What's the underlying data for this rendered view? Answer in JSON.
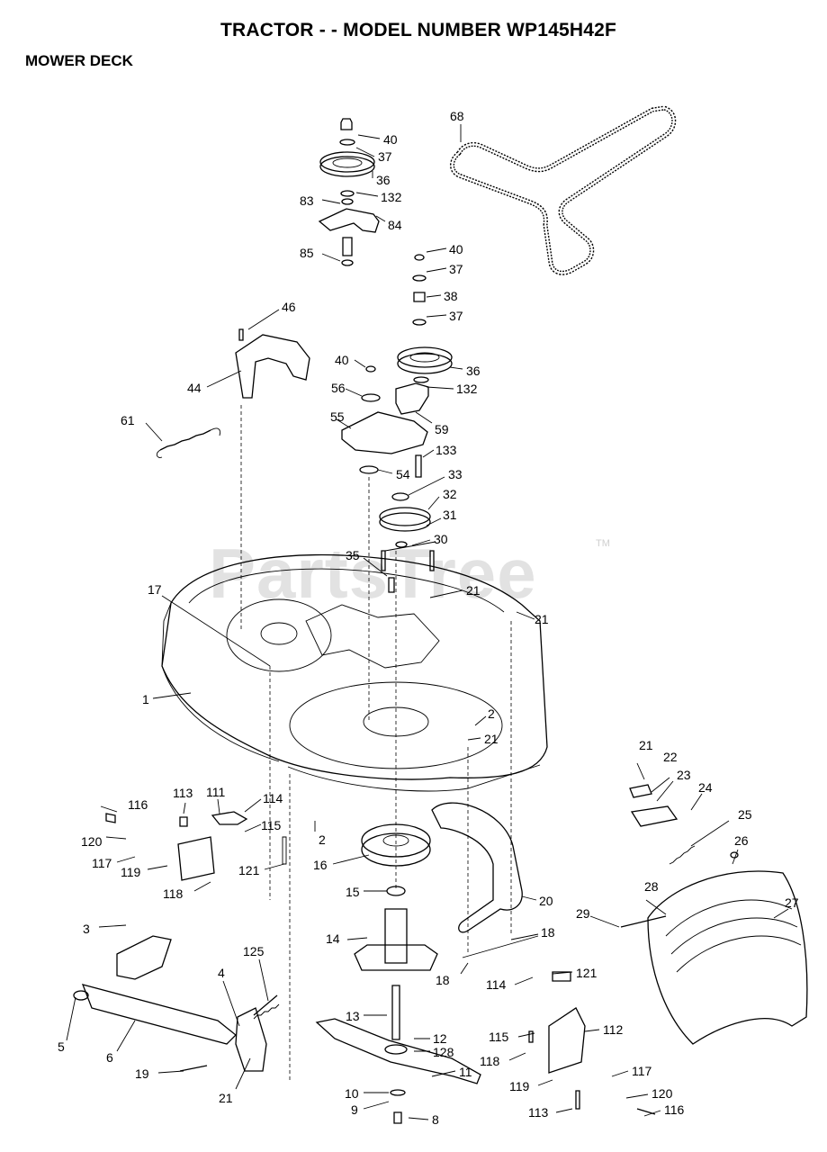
{
  "title": "TRACTOR - - MODEL NUMBER WP145H42F",
  "subtitle": "MOWER DECK",
  "watermark": "PartsTree",
  "watermark_tm": "TM",
  "callouts": [
    {
      "id": "c40a",
      "text": "40"
    },
    {
      "id": "c37a",
      "text": "37"
    },
    {
      "id": "c36a",
      "text": "36"
    },
    {
      "id": "c83",
      "text": "83"
    },
    {
      "id": "c132a",
      "text": "132"
    },
    {
      "id": "c84",
      "text": "84"
    },
    {
      "id": "c85",
      "text": "85"
    },
    {
      "id": "c68",
      "text": "68"
    },
    {
      "id": "c40b",
      "text": "40"
    },
    {
      "id": "c37b",
      "text": "37"
    },
    {
      "id": "c38",
      "text": "38"
    },
    {
      "id": "c37c",
      "text": "37"
    },
    {
      "id": "c40c",
      "text": "40"
    },
    {
      "id": "c36b",
      "text": "36"
    },
    {
      "id": "c56",
      "text": "56"
    },
    {
      "id": "c132b",
      "text": "132"
    },
    {
      "id": "c55",
      "text": "55"
    },
    {
      "id": "c59",
      "text": "59"
    },
    {
      "id": "c46",
      "text": "46"
    },
    {
      "id": "c44",
      "text": "44"
    },
    {
      "id": "c61",
      "text": "61"
    },
    {
      "id": "c133",
      "text": "133"
    },
    {
      "id": "c54",
      "text": "54"
    },
    {
      "id": "c33",
      "text": "33"
    },
    {
      "id": "c32",
      "text": "32"
    },
    {
      "id": "c31",
      "text": "31"
    },
    {
      "id": "c30",
      "text": "30"
    },
    {
      "id": "c35",
      "text": "35"
    },
    {
      "id": "c21a",
      "text": "21"
    },
    {
      "id": "c21b",
      "text": "21"
    },
    {
      "id": "c17",
      "text": "17"
    },
    {
      "id": "c1",
      "text": "1"
    },
    {
      "id": "c2a",
      "text": "2"
    },
    {
      "id": "c21c",
      "text": "21"
    },
    {
      "id": "c21d",
      "text": "21"
    },
    {
      "id": "c22",
      "text": "22"
    },
    {
      "id": "c23",
      "text": "23"
    },
    {
      "id": "c24",
      "text": "24"
    },
    {
      "id": "c25",
      "text": "25"
    },
    {
      "id": "c26",
      "text": "26"
    },
    {
      "id": "c27",
      "text": "27"
    },
    {
      "id": "c28",
      "text": "28"
    },
    {
      "id": "c29",
      "text": "29"
    },
    {
      "id": "c116a",
      "text": "116"
    },
    {
      "id": "c113a",
      "text": "113"
    },
    {
      "id": "c111",
      "text": "111"
    },
    {
      "id": "c114a",
      "text": "114"
    },
    {
      "id": "c115a",
      "text": "115"
    },
    {
      "id": "c120a",
      "text": "120"
    },
    {
      "id": "c117a",
      "text": "117"
    },
    {
      "id": "c119a",
      "text": "119"
    },
    {
      "id": "c121a",
      "text": "121"
    },
    {
      "id": "c118a",
      "text": "118"
    },
    {
      "id": "c2b",
      "text": "2"
    },
    {
      "id": "c16",
      "text": "16"
    },
    {
      "id": "c15",
      "text": "15"
    },
    {
      "id": "c20",
      "text": "20"
    },
    {
      "id": "c18a",
      "text": "18"
    },
    {
      "id": "c18b",
      "text": "18"
    },
    {
      "id": "c14",
      "text": "14"
    },
    {
      "id": "c3",
      "text": "3"
    },
    {
      "id": "c4",
      "text": "4"
    },
    {
      "id": "c125",
      "text": "125"
    },
    {
      "id": "c5",
      "text": "5"
    },
    {
      "id": "c6",
      "text": "6"
    },
    {
      "id": "c19",
      "text": "19"
    },
    {
      "id": "c21e",
      "text": "21"
    },
    {
      "id": "c13",
      "text": "13"
    },
    {
      "id": "c12",
      "text": "12"
    },
    {
      "id": "c128",
      "text": "128"
    },
    {
      "id": "c11",
      "text": "11"
    },
    {
      "id": "c10",
      "text": "10"
    },
    {
      "id": "c9",
      "text": "9"
    },
    {
      "id": "c8",
      "text": "8"
    },
    {
      "id": "c114b",
      "text": "114"
    },
    {
      "id": "c121b",
      "text": "121"
    },
    {
      "id": "c115b",
      "text": "115"
    },
    {
      "id": "c112",
      "text": "112"
    },
    {
      "id": "c118b",
      "text": "118"
    },
    {
      "id": "c119b",
      "text": "119"
    },
    {
      "id": "c117b",
      "text": "117"
    },
    {
      "id": "c120b",
      "text": "120"
    },
    {
      "id": "c113b",
      "text": "113"
    },
    {
      "id": "c116b",
      "text": "116"
    }
  ]
}
